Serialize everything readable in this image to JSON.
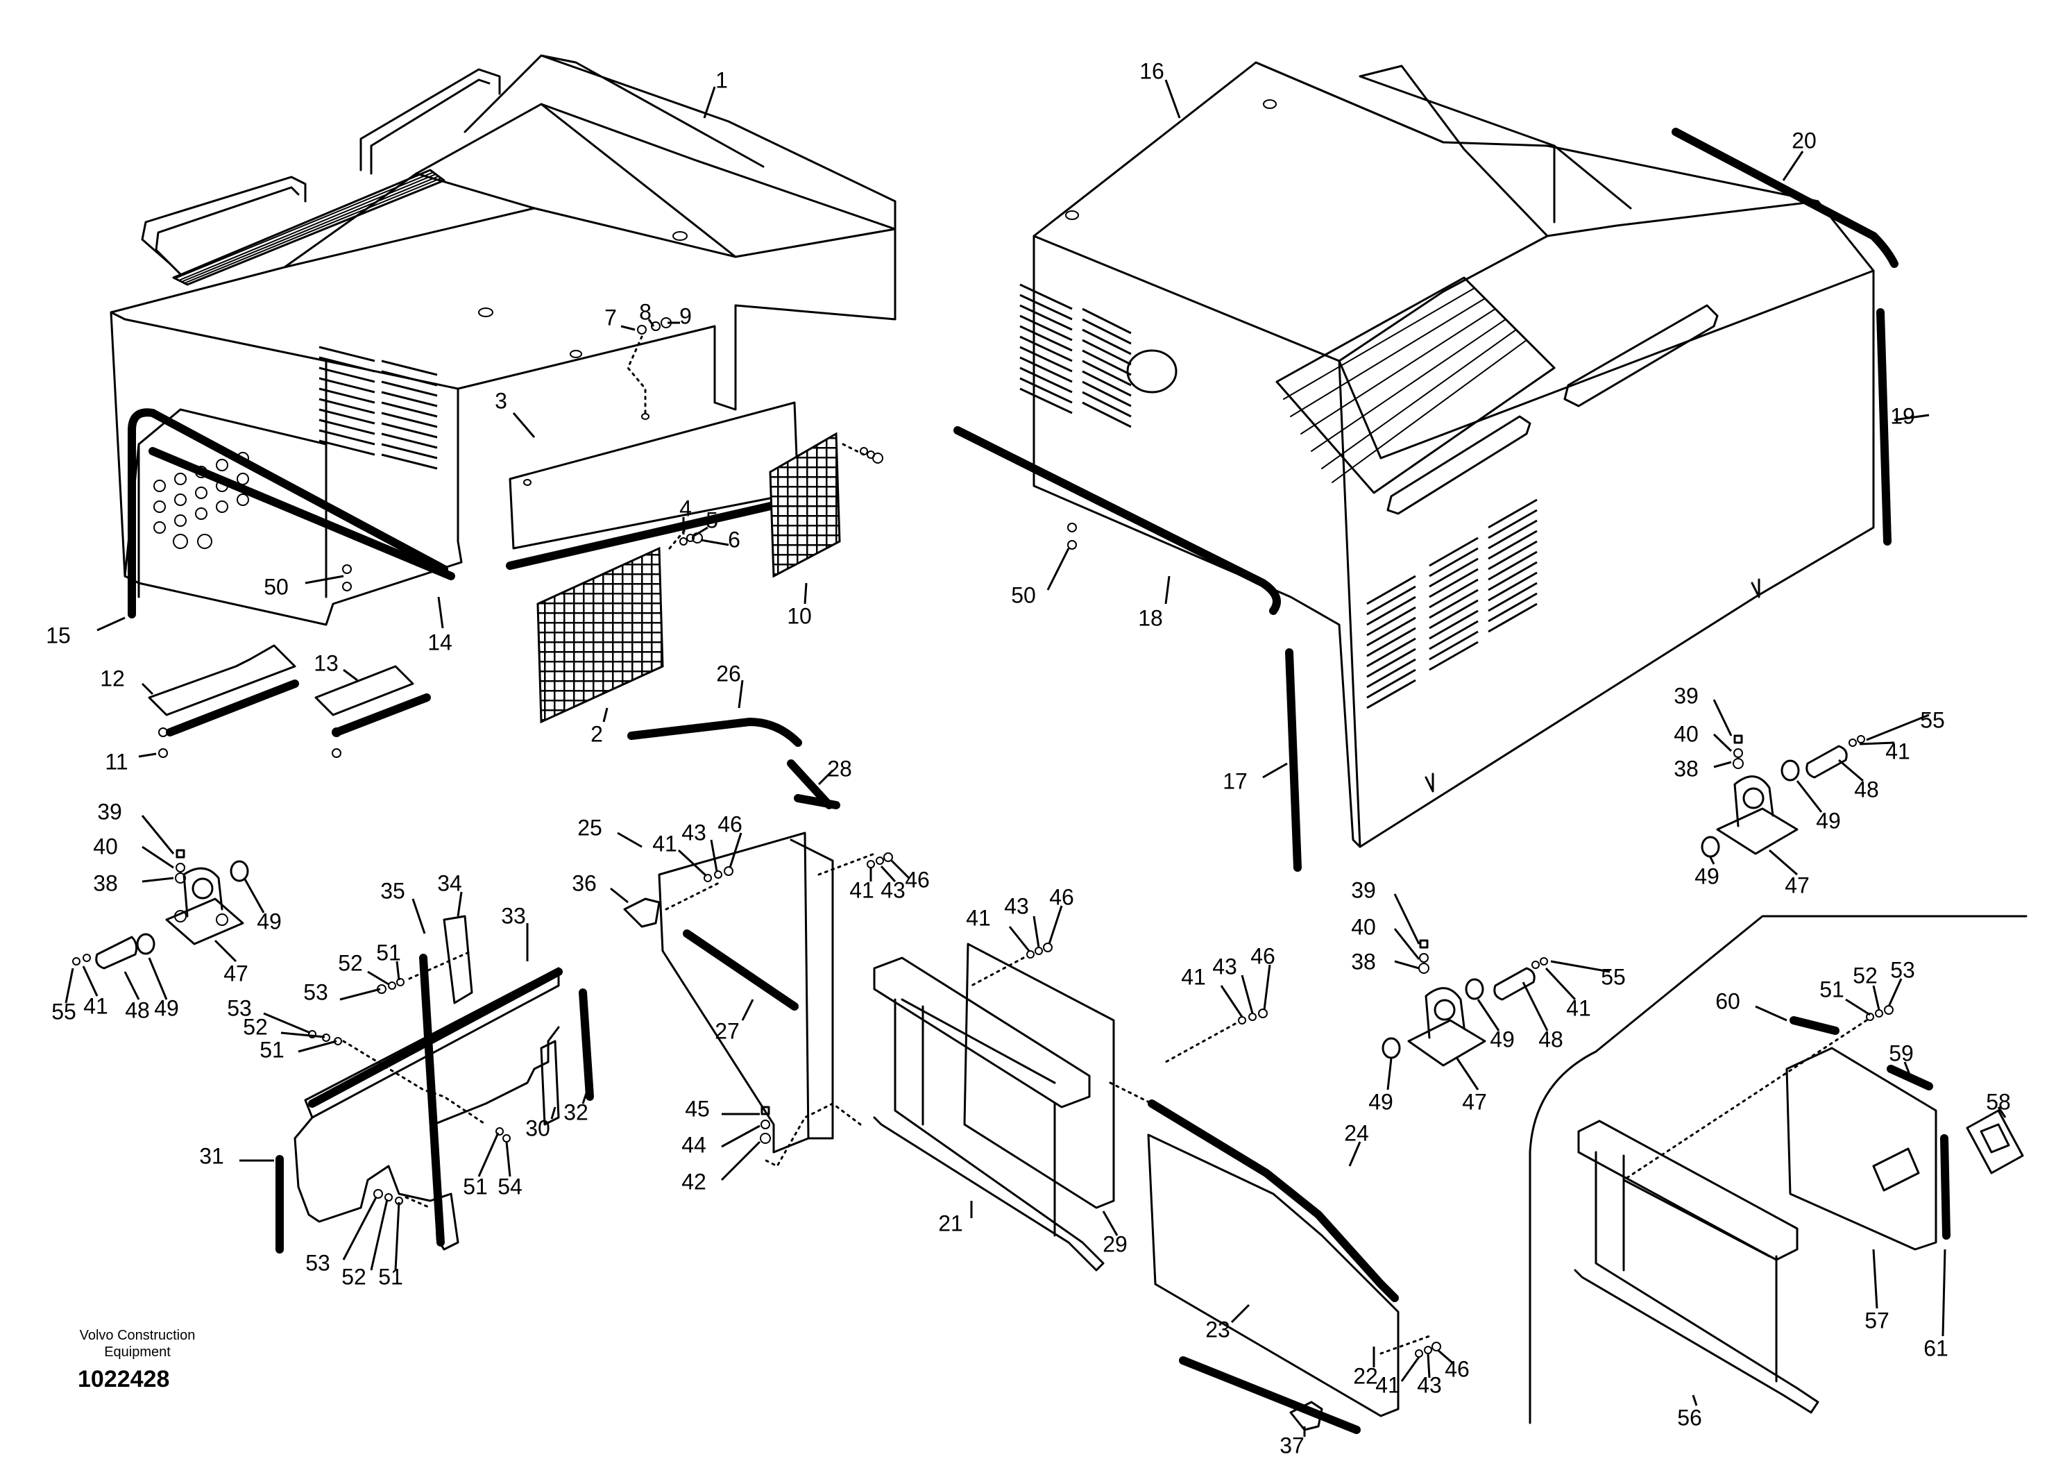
{
  "callouts": [
    "1",
    "2",
    "3",
    "4",
    "5",
    "6",
    "7",
    "8",
    "9",
    "10",
    "11",
    "12",
    "13",
    "14",
    "15",
    "16",
    "17",
    "18",
    "19",
    "20",
    "21",
    "22",
    "23",
    "24",
    "25",
    "26",
    "27",
    "28",
    "29",
    "30",
    "31",
    "32",
    "33",
    "34",
    "35",
    "36",
    "37",
    "38",
    "39",
    "40",
    "41",
    "42",
    "43",
    "44",
    "45",
    "46",
    "47",
    "48",
    "49",
    "50",
    "51",
    "52",
    "53",
    "54",
    "55",
    "56",
    "57",
    "58",
    "59",
    "60",
    "61"
  ],
  "brand": {
    "line1": "Volvo Construction",
    "line2": "Equipment"
  },
  "document_number": "1022428"
}
